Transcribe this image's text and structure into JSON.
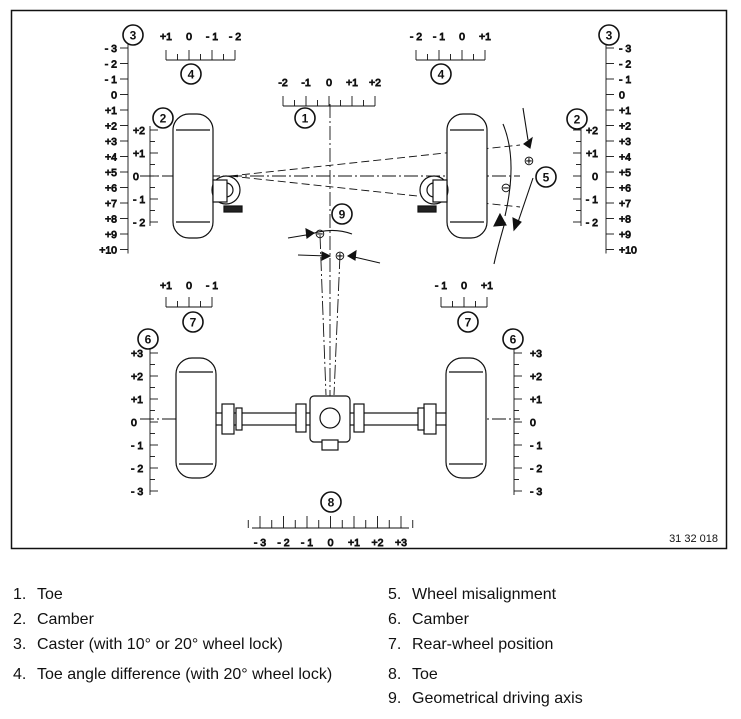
{
  "figure_code": "31 32 018",
  "callouts": [
    "1",
    "2",
    "3",
    "4",
    "5",
    "6",
    "7",
    "8",
    "9"
  ],
  "scales": {
    "s1_toe_front": [
      "-2",
      "-1",
      "0",
      "+1",
      "+2"
    ],
    "s3_caster": [
      "- 3",
      "- 2",
      "- 1",
      "0",
      "+1",
      "+2",
      "+3",
      "+4",
      "+5",
      "+6",
      "+7",
      "+8",
      "+9",
      "+10"
    ],
    "s2_camber_front": [
      "+2",
      "+1",
      "0",
      "- 1",
      "- 2"
    ],
    "s4_toe_diff_left": [
      "+1",
      "0",
      "- 1",
      "- 2"
    ],
    "s4_toe_diff_right": [
      "- 2",
      "- 1",
      "0",
      "+1"
    ],
    "s7_rear_left": [
      "+1",
      "0",
      "- 1"
    ],
    "s7_rear_right": [
      "- 1",
      "0",
      "+1"
    ],
    "s6_camber_rear": [
      "+3",
      "+2",
      "+1",
      "0",
      "- 1",
      "- 2",
      "- 3"
    ],
    "s8_toe_rear": [
      "- 3",
      "- 2",
      "- 1",
      "0",
      "+1",
      "+2",
      "+3"
    ]
  },
  "symbols": {
    "plus": "⊕",
    "minus": "⊖"
  },
  "legend": [
    {
      "n": "1.",
      "text": "Toe"
    },
    {
      "n": "2.",
      "text": "Camber"
    },
    {
      "n": "3.",
      "text": "Caster (with 10° or 20° wheel lock)"
    },
    {
      "n": "4.",
      "text": "Toe angle difference (with 20° wheel lock)"
    },
    {
      "n": "5.",
      "text": "Wheel misalignment"
    },
    {
      "n": "6.",
      "text": "Camber"
    },
    {
      "n": "7.",
      "text": "Rear-wheel position"
    },
    {
      "n": "8.",
      "text": "Toe"
    },
    {
      "n": "9.",
      "text": "Geometrical driving axis"
    }
  ]
}
